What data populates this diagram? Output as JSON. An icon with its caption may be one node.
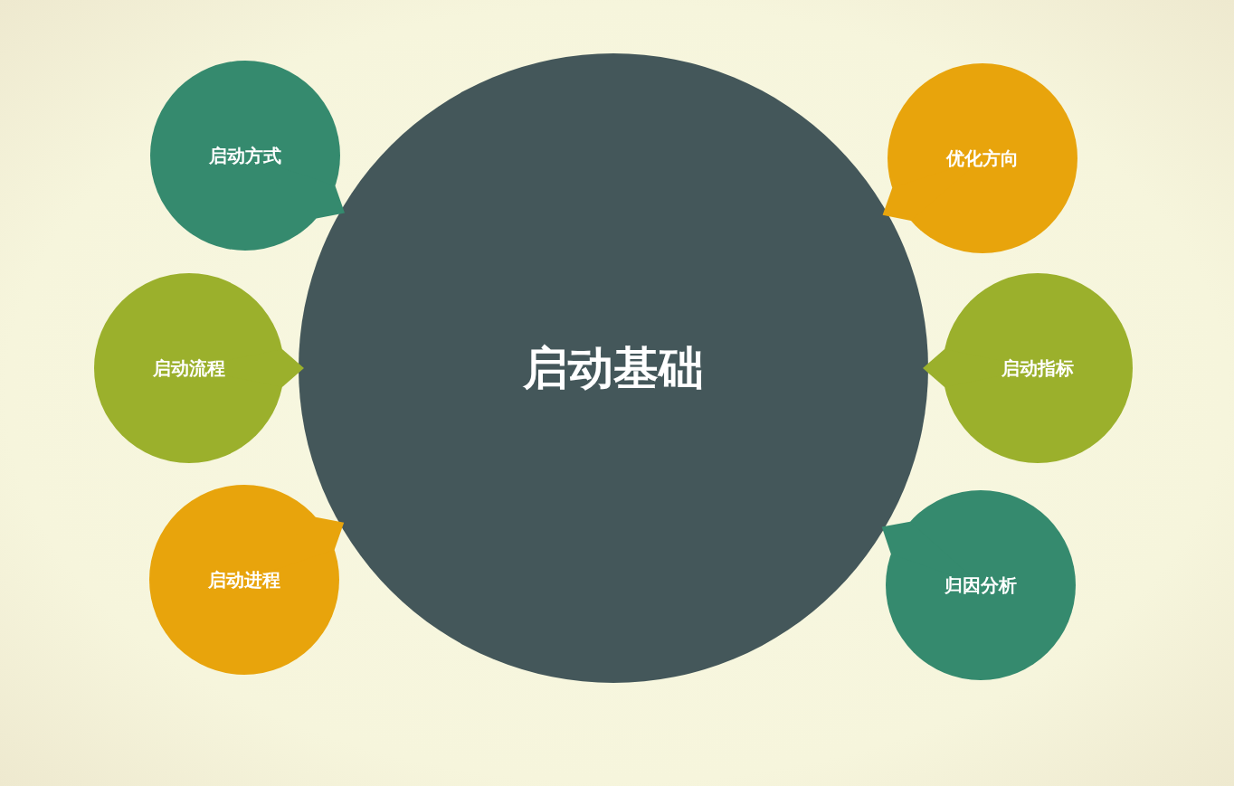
{
  "diagram": {
    "nodes": [
      {
        "text": [
          "启动基础"
        ]
      },
      {
        "text": [
          "启动方式"
        ]
      },
      {
        "text": [
          "启动流程"
        ]
      },
      {
        "text": [
          "启动进程"
        ]
      },
      {
        "text": [
          "优化方向"
        ]
      },
      {
        "text": [
          "启动指标"
        ]
      },
      {
        "text": [
          "归因分析"
        ]
      }
    ]
  }
}
